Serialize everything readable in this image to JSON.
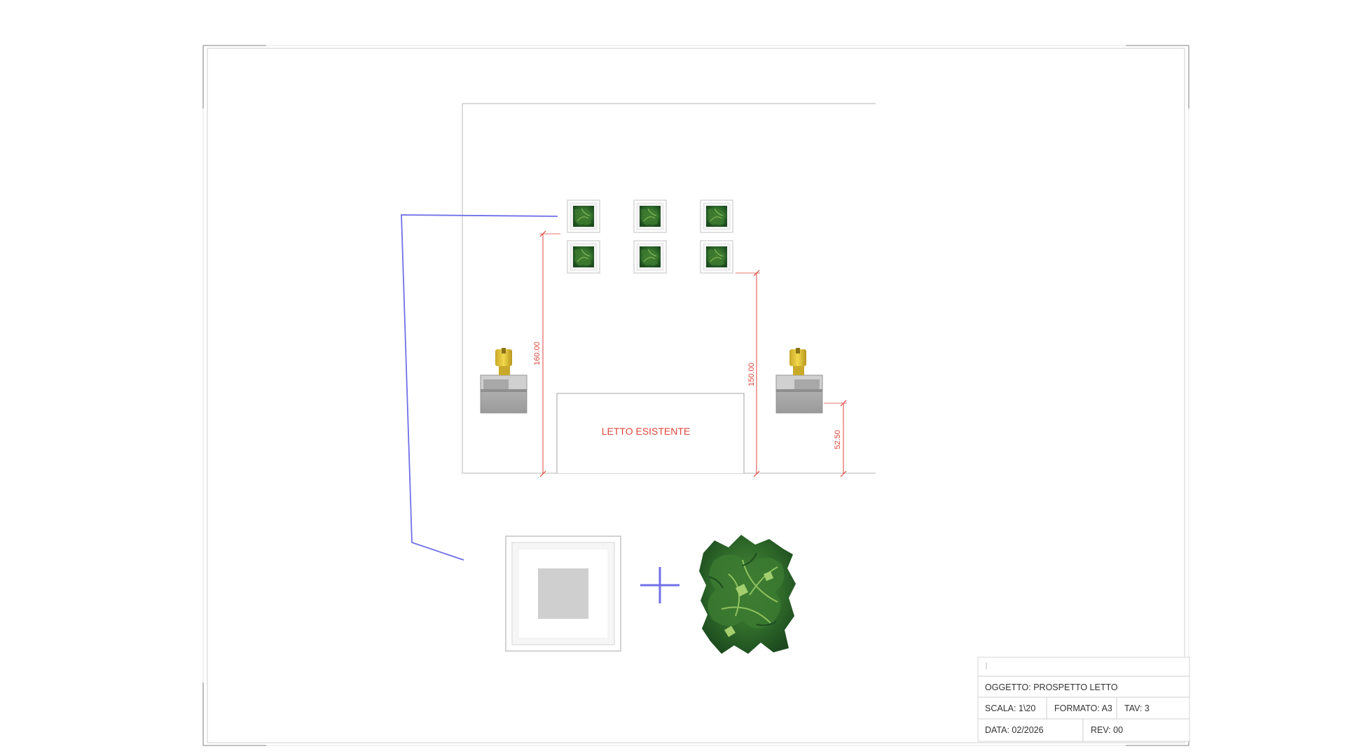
{
  "drawing": {
    "bed_label": "LETTO ESISTENTE",
    "dimensions": {
      "wall_height": "160.00",
      "headboard_height": "150.00",
      "nightstand_height": "52.50"
    }
  },
  "title_block": {
    "oggetto": "OGGETTO: PROSPETTO LETTO",
    "scala": "SCALA: 1\\20",
    "formato": "FORMATO: A3",
    "tav": "TAV: 3",
    "data": "DATA: 02/2026",
    "rev": "REV: 00"
  },
  "colors": {
    "dimension": "#e0463c",
    "leader": "#7070e8",
    "frame": "#c8c8c8",
    "foliage": "#2f6a2a"
  }
}
